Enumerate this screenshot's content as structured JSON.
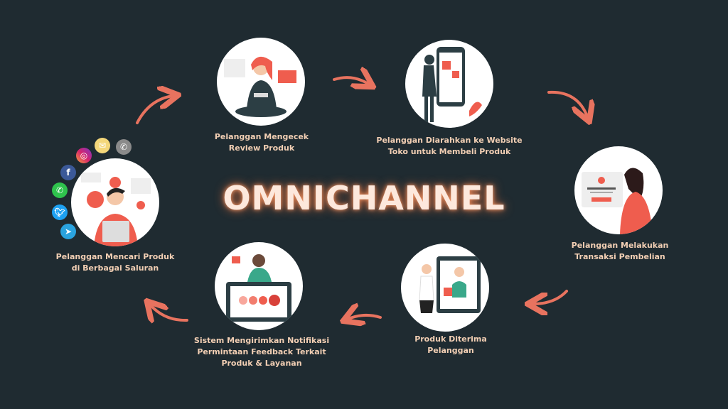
{
  "title": "OMNICHANNEL",
  "colors": {
    "background": "#1f2b31",
    "label": "#f2cfb4",
    "arrow": "#e8735f",
    "accent": "#ef5d4e"
  },
  "steps": [
    {
      "lines": [
        "Pelanggan Mencari Produk",
        "di Berbagai Saluran"
      ],
      "icon": "person-laptop-illustration"
    },
    {
      "lines": [
        "Pelanggan Mengecek",
        "Review Produk"
      ],
      "icon": "person-reviewing-illustration"
    },
    {
      "lines": [
        "Pelanggan Diarahkan ke Website",
        "Toko untuk Membeli Produk"
      ],
      "icon": "phone-shopping-illustration"
    },
    {
      "lines": [
        "Pelanggan Melakukan",
        "Transaksi Pembelian"
      ],
      "icon": "order-confirmed-illustration"
    },
    {
      "lines": [
        "Produk Diterima",
        "Pelanggan"
      ],
      "icon": "delivery-illustration"
    },
    {
      "lines": [
        "Sistem Mengirimkan Notifikasi",
        "Permintaan Feedback Terkait",
        "Produk & Layanan"
      ],
      "icon": "feedback-illustration"
    }
  ],
  "social_icons": [
    "instagram",
    "email",
    "phone",
    "facebook",
    "whatsapp",
    "twitter",
    "telegram"
  ]
}
